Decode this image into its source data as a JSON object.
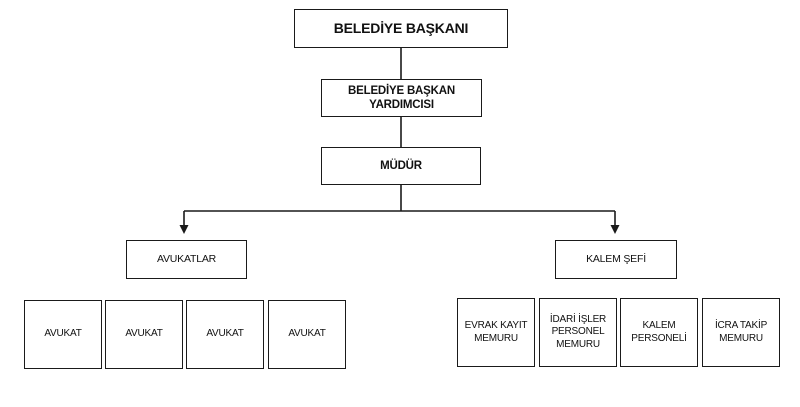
{
  "chart": {
    "root": "BELEDİYE BAŞKANI",
    "deputy": "BELEDİYE BAŞKAN YARDIMCISI",
    "director": "MÜDÜR",
    "groups": [
      {
        "label": "AVUKATLAR",
        "children": [
          "AVUKAT",
          "AVUKAT",
          "AVUKAT",
          "AVUKAT"
        ]
      },
      {
        "label": "KALEM ŞEFİ",
        "children": [
          "EVRAK KAYIT MEMURU",
          "İDARİ İŞLER PERSONEL MEMURU",
          "KALEM PERSONELİ",
          "İCRA TAKİP MEMURU"
        ]
      }
    ]
  }
}
